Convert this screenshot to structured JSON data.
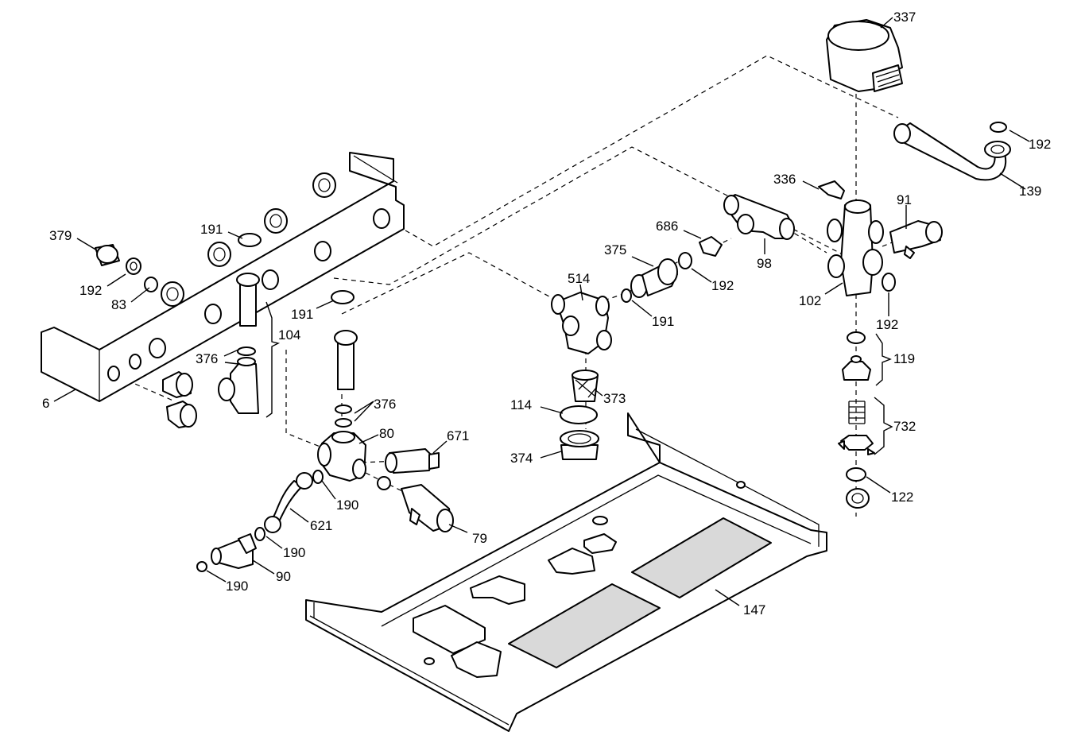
{
  "colors": {
    "line": "#000000",
    "fill": "#ffffff",
    "shade": "#d9d9d9"
  },
  "callouts": {
    "c337": "337",
    "c192_pipe": "192",
    "c139": "139",
    "c336": "336",
    "c91": "91",
    "c686": "686",
    "c375": "375",
    "c98": "98",
    "c192_union": "192",
    "c102": "102",
    "c192_manifold": "192",
    "c514": "514",
    "c191_union": "191",
    "c119": "119",
    "c373": "373",
    "c114": "114",
    "c374": "374",
    "c732": "732",
    "c122": "122",
    "c147": "147",
    "c379": "379",
    "c192_left": "192",
    "c83": "83",
    "c191_top": "191",
    "c191_mid": "191",
    "c104": "104",
    "c376_left": "376",
    "c376_center": "376",
    "c6": "6",
    "c80": "80",
    "c671": "671",
    "c190_a": "190",
    "c621": "621",
    "c79": "79",
    "c190_b": "190",
    "c90": "90",
    "c190_c": "190"
  }
}
